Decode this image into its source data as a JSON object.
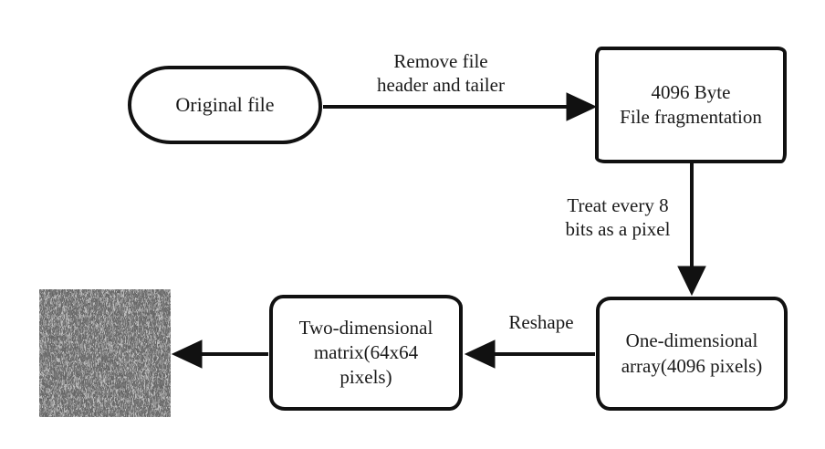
{
  "colors": {
    "background": "#ffffff",
    "stroke": "#111111",
    "text": "#1a1a1a",
    "noise_base": "#2e2e2e",
    "noise_streak": "#787878"
  },
  "nodes": {
    "original_file": {
      "shape": "stadium",
      "label": "Original file"
    },
    "fragmentation": {
      "shape": "rectangle",
      "lines": [
        "4096 Byte",
        "File fragmentation"
      ]
    },
    "one_dimensional": {
      "shape": "rounded-rectangle",
      "lines": [
        "One-dimensional",
        "array(4096 pixels)"
      ]
    },
    "two_dimensional": {
      "shape": "rounded-rectangle",
      "lines": [
        "Two-dimensional",
        "matrix(64x64",
        "pixels)"
      ]
    },
    "pixel_image": {
      "shape": "image",
      "icon": "grayscale-noise-texture-icon"
    }
  },
  "edges": [
    {
      "from": "original_file",
      "to": "fragmentation",
      "direction": "right",
      "label_lines": [
        "Remove file",
        "header and tailer"
      ]
    },
    {
      "from": "fragmentation",
      "to": "one_dimensional",
      "direction": "down",
      "label_lines": [
        "Treat every 8",
        "bits as a pixel"
      ]
    },
    {
      "from": "one_dimensional",
      "to": "two_dimensional",
      "direction": "left",
      "label_lines": [
        "Reshape"
      ]
    },
    {
      "from": "two_dimensional",
      "to": "pixel_image",
      "direction": "left",
      "label_lines": []
    }
  ]
}
